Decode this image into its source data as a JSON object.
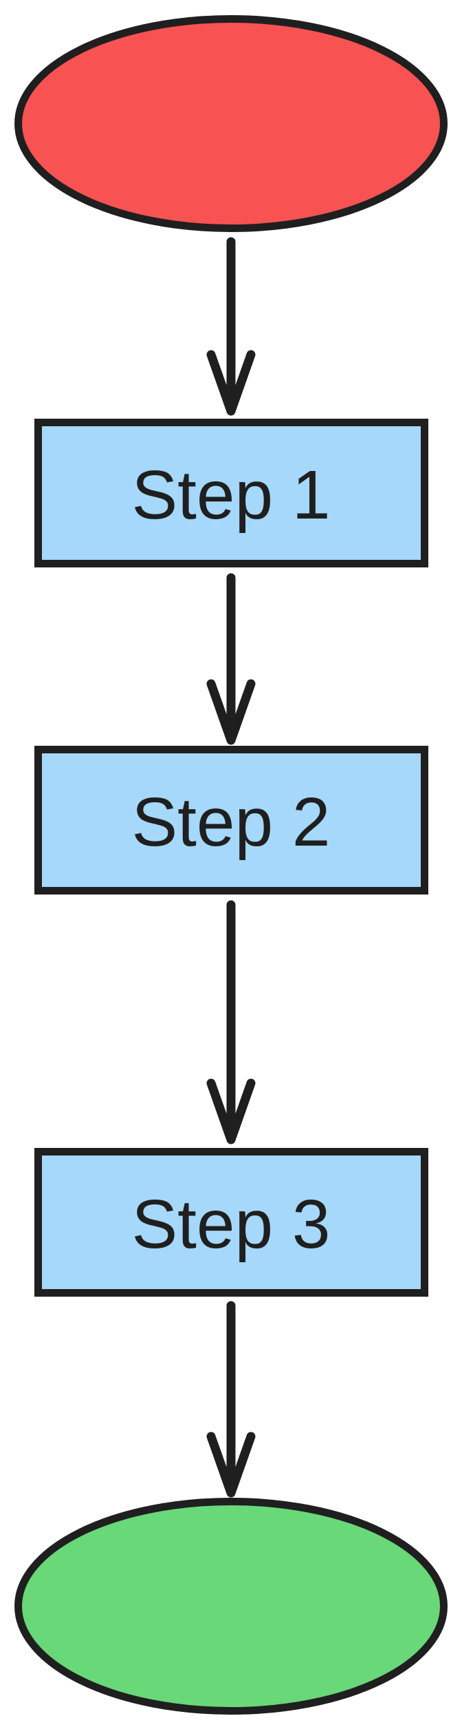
{
  "diagram": {
    "type": "flowchart",
    "direction": "top-to-bottom",
    "colors": {
      "background": "#ffffff",
      "stroke": "#1f1f1f",
      "text": "#1f1f1f",
      "start_fill": "#f85252",
      "process_fill": "#a5d8fa",
      "end_fill": "#68d878"
    },
    "nodes": {
      "start": {
        "shape": "ellipse",
        "label": "",
        "fill": "#f85252"
      },
      "step1": {
        "shape": "rectangle",
        "label": "Step 1",
        "fill": "#a5d8fa"
      },
      "step2": {
        "shape": "rectangle",
        "label": "Step 2",
        "fill": "#a5d8fa"
      },
      "step3": {
        "shape": "rectangle",
        "label": "Step 3",
        "fill": "#a5d8fa"
      },
      "end": {
        "shape": "ellipse",
        "label": "",
        "fill": "#68d878"
      }
    },
    "edges": [
      {
        "from": "start",
        "to": "step1",
        "style": "arrow-down"
      },
      {
        "from": "step1",
        "to": "step2",
        "style": "arrow-down"
      },
      {
        "from": "step2",
        "to": "step3",
        "style": "arrow-down"
      },
      {
        "from": "step3",
        "to": "end",
        "style": "arrow-down"
      }
    ]
  }
}
